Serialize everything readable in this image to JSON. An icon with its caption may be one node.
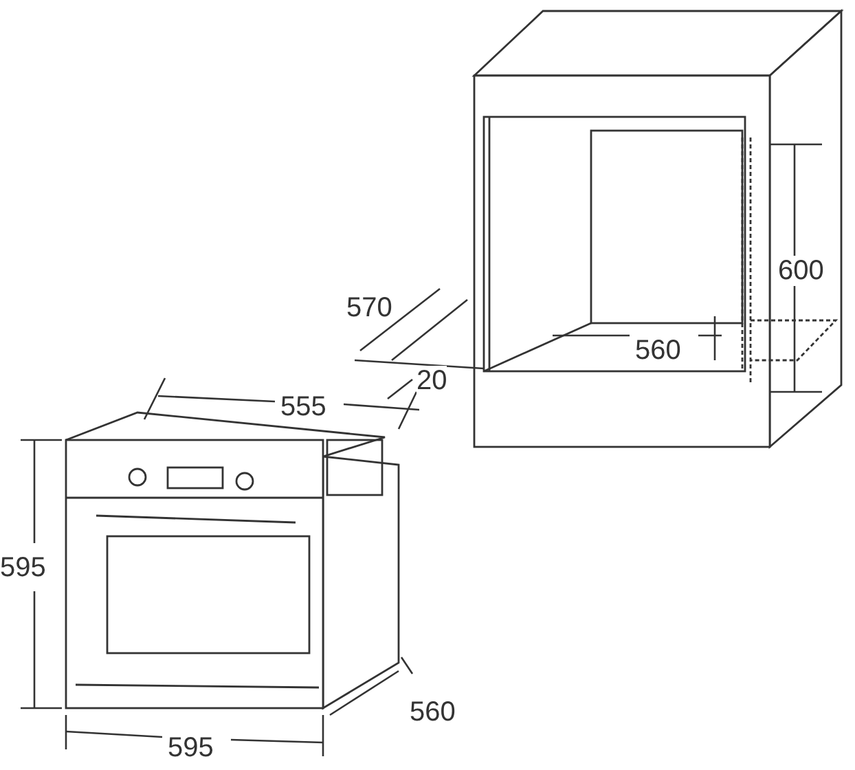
{
  "diagram": {
    "labels": [
      "600",
      "570",
      "560",
      "20",
      "555",
      "595",
      "560",
      "595"
    ]
  }
}
